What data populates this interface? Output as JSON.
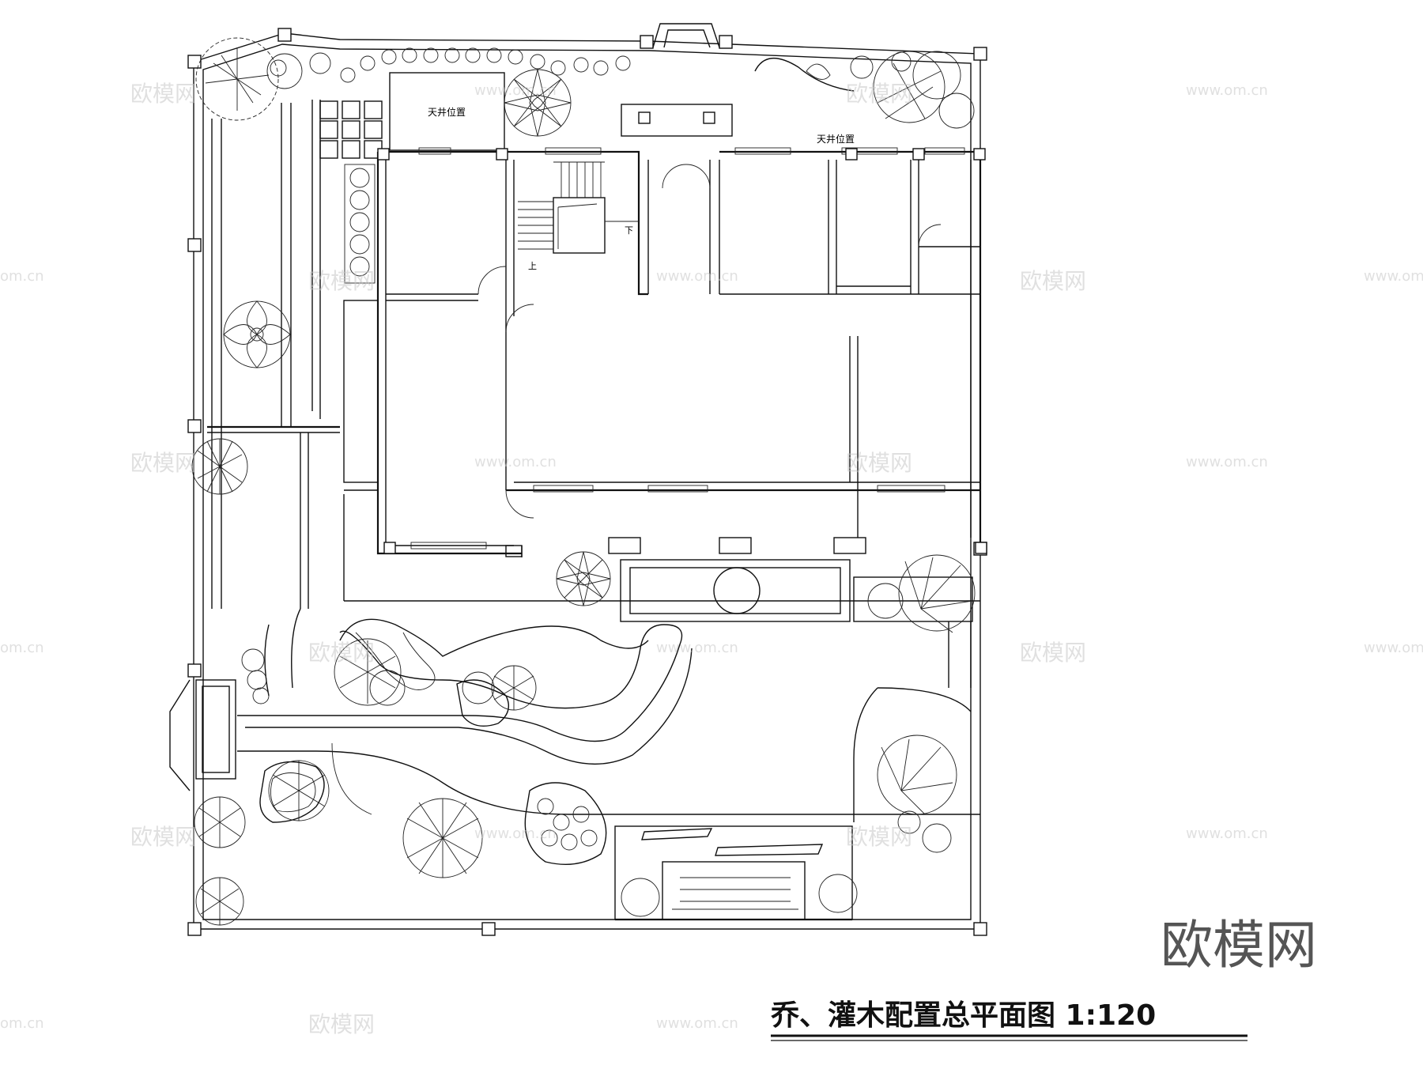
{
  "drawing": {
    "title": "乔、灌木配置总平面图 1:120",
    "logo_text": "欧模网",
    "labels": {
      "skylight_left": "天井位置",
      "skylight_right": "天井位置",
      "stair_up": "上",
      "stair_down": "下"
    },
    "watermarks": {
      "brand": "欧模网",
      "url": "www.om.cn",
      "url_partial": "om.cn"
    }
  }
}
